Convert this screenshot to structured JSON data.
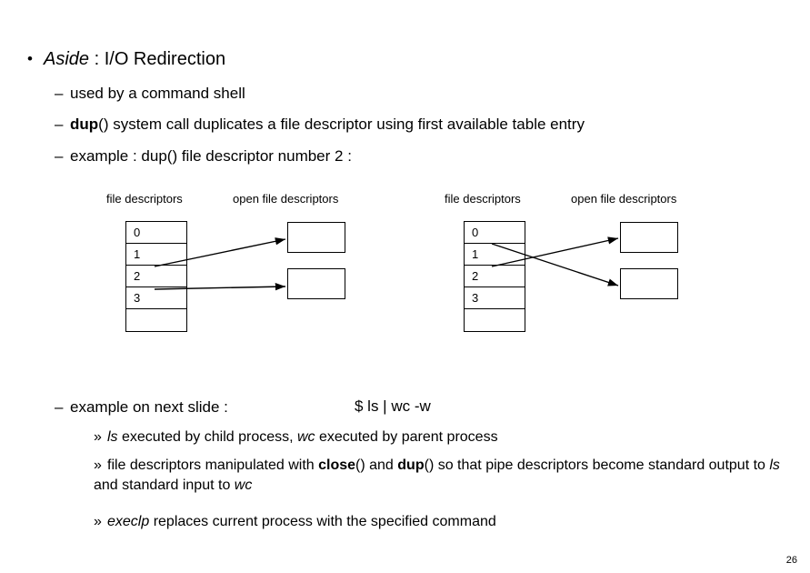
{
  "slide": {
    "title_bullet": {
      "marker": "•",
      "lead_italic": "Aside",
      "rest": " : I/O Redirection"
    },
    "sub_bullets": [
      {
        "marker": "–",
        "text": "used by a command shell"
      },
      {
        "marker": "–",
        "bold": "dup",
        "text_after_bold": "() system call duplicates a file descriptor using first available table entry"
      },
      {
        "marker": "–",
        "text": "example : dup() file descriptor number 2 :"
      },
      {
        "marker": "–",
        "text": "example on next slide :"
      }
    ],
    "command_example": "$ ls | wc -w",
    "level3_bullets": [
      {
        "marker": "»",
        "parts": [
          {
            "text": "ls",
            "style": "italic"
          },
          {
            "text": " executed by child process,  ",
            "style": "normal"
          },
          {
            "text": "wc",
            "style": "italic"
          },
          {
            "text": " executed by parent process",
            "style": "normal"
          }
        ]
      },
      {
        "marker": "»",
        "parts": [
          {
            "text": "file descriptors manipulated with ",
            "style": "normal"
          },
          {
            "text": "close",
            "style": "bold"
          },
          {
            "text": "() and ",
            "style": "normal"
          },
          {
            "text": "dup",
            "style": "bold"
          },
          {
            "text": "() so that pipe descriptors become standard output to ",
            "style": "normal"
          },
          {
            "text": "ls",
            "style": "italic"
          },
          {
            "text": " and standard input to ",
            "style": "normal"
          },
          {
            "text": "wc",
            "style": "italic"
          }
        ]
      },
      {
        "marker": "»",
        "parts": [
          {
            "text": "execlp",
            "style": "italic"
          },
          {
            "text": " replaces current process with the specified command",
            "style": "normal"
          }
        ]
      }
    ],
    "diagram": {
      "left": {
        "fd_table_label": "file descriptors",
        "open_table_label": "open file descriptors",
        "fd_rows": [
          "0",
          "1",
          "2",
          "3",
          ""
        ],
        "open_boxes": [
          "",
          ""
        ]
      },
      "right": {
        "fd_table_label": "file descriptors",
        "open_table_label": "open file descriptors",
        "fd_rows": [
          "0",
          "1",
          "2",
          "3",
          ""
        ],
        "open_boxes": [
          "",
          ""
        ]
      }
    },
    "page_number": "26"
  }
}
